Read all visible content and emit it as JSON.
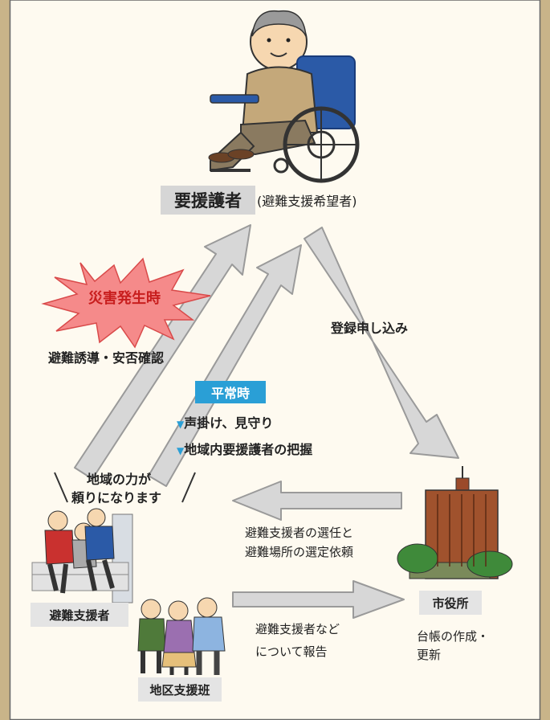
{
  "main_label": {
    "title": "要援護者",
    "paren": "(避難支援希望者)"
  },
  "registration": "登録申し込み",
  "disaster_badge": "災害発生時",
  "evacuation_guidance": "避難誘導・安否確認",
  "normal_time": {
    "badge": "平常時",
    "items": [
      "声掛け、見守り",
      "地域内要援護者の把握"
    ]
  },
  "community": {
    "line1": "地域の力が",
    "line2": "頼りになります"
  },
  "city_request": {
    "line1": "避難支援者の選任と",
    "line2": "避難場所の選定依頼"
  },
  "supporters": "避難支援者",
  "district_team": "地区支援班",
  "report": {
    "line1": "避難支援者など",
    "line2": "について報告"
  },
  "city_hall": {
    "title": "市役所",
    "line1": "台帳の作成・",
    "line2": "更新"
  },
  "colors": {
    "arrow_fill": "#d7d7d7",
    "arrow_stroke": "#9a9a9a",
    "burst": "#f58a8a",
    "badge_blue": "#2a9fd6",
    "frame": "#c9b489"
  }
}
